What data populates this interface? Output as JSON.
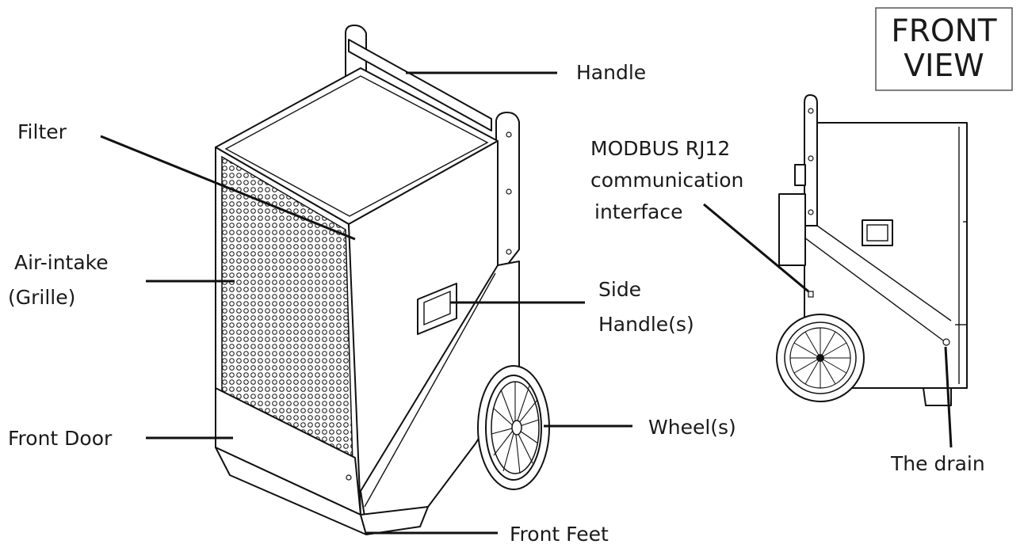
{
  "title": {
    "line1": "FRONT",
    "line2": "VIEW"
  },
  "labels": {
    "handle": "Handle",
    "filter": "Filter",
    "air_intake_1": "Air-intake",
    "air_intake_2": "(Grille)",
    "side_handle_1": "Side",
    "side_handle_2": "Handle(s)",
    "front_door": "Front Door",
    "wheel": "Wheel(s)",
    "front_feet": "Front Feet",
    "modbus_1": "MODBUS RJ12",
    "modbus_2": "communication",
    "modbus_3": "interface",
    "drain": "The drain"
  }
}
